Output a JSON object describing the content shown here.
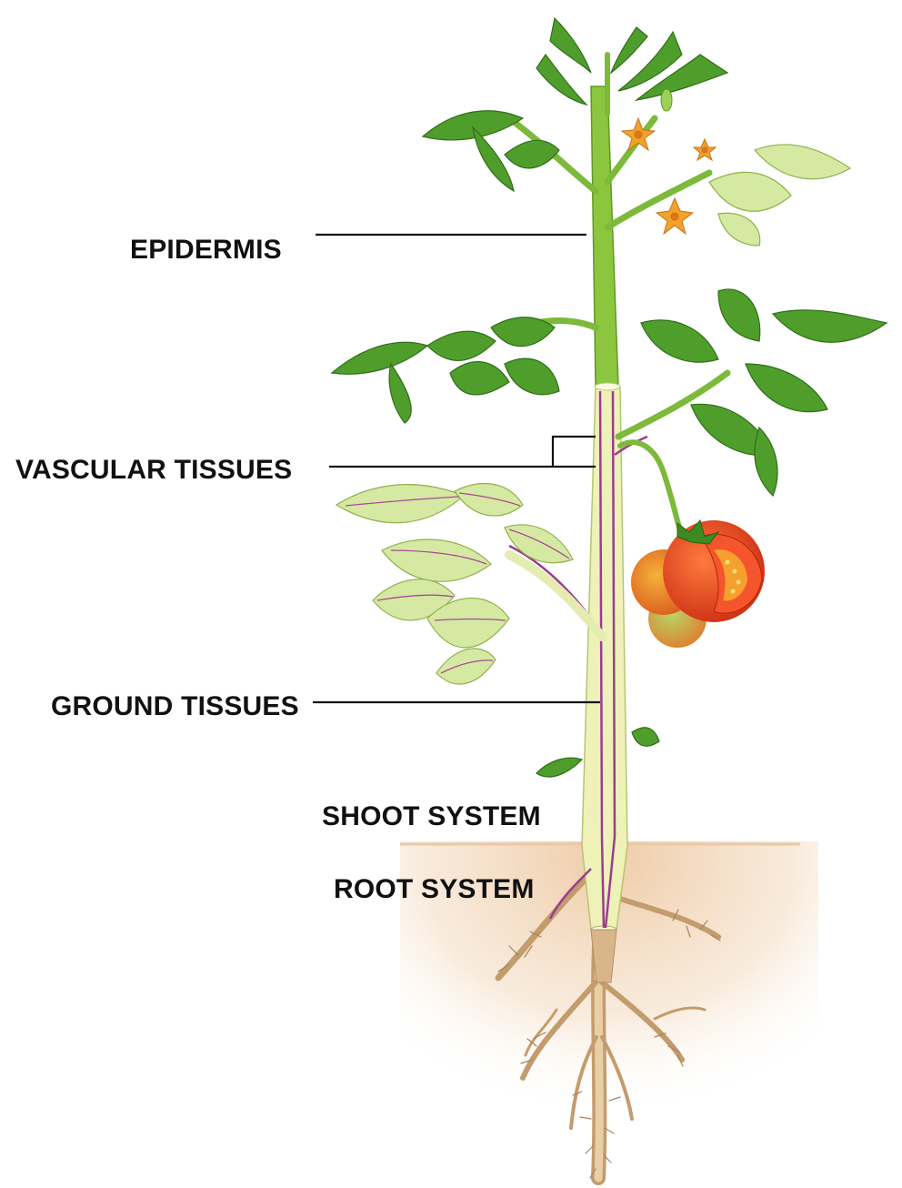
{
  "labels": {
    "epidermis": "EPIDERMIS",
    "vascular_tissues": "VASCULAR TISSUES",
    "ground_tissues": "GROUND TISSUES",
    "shoot_system": "SHOOT SYSTEM",
    "root_system": "ROOT SYSTEM"
  },
  "colors": {
    "leaf": "#4f9e2c",
    "leaf_light": "#c9e29a",
    "stem": "#8cc63f",
    "vascular": "#9b3d8f",
    "tomato": "#e0401e",
    "flower": "#f2a12a",
    "soil": "#f3dcc4",
    "root": "#c9a57a"
  }
}
